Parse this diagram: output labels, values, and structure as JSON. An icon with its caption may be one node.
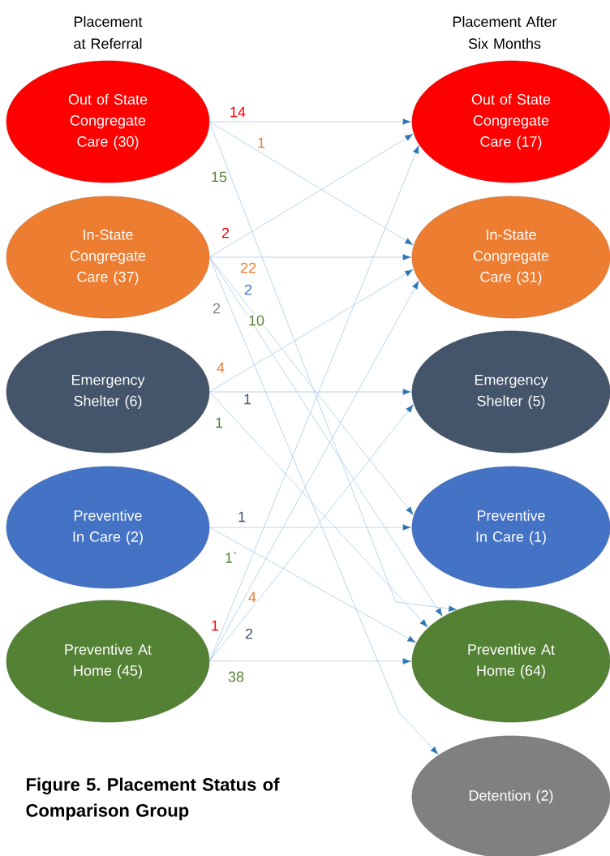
{
  "diagram": {
    "caption": "Figure 5. Placement Status of Comparison Group",
    "nodes": [
      {
        "text": [
          "Out of State Congregate Care (30)"
        ]
      },
      {
        "text": [
          "In-State Congregate Care (37)"
        ]
      },
      {
        "text": [
          "Emergency Shelter (6)"
        ]
      },
      {
        "text": [
          "Preventive In Care (2)"
        ]
      },
      {
        "text": [
          "Preventive At Home (45)"
        ]
      },
      {
        "text": [
          "Out of State Congregate Care (17)"
        ]
      },
      {
        "text": [
          "In-State Congregate Care (31)"
        ]
      },
      {
        "text": [
          "Emergency Shelter (5)"
        ]
      },
      {
        "text": [
          "Preventive In Care (1)"
        ]
      },
      {
        "text": [
          "Preventive At Home (64)"
        ]
      },
      {
        "text": [
          "Detention (2)"
        ]
      }
    ],
    "edges": [
      {
        "from": 0,
        "to": 5,
        "arrow": "to",
        "label": "14"
      },
      {
        "from": 0,
        "to": 6,
        "arrow": "to",
        "label": "1"
      },
      {
        "from": 0,
        "to": 9,
        "arrow": "to",
        "label": "15"
      },
      {
        "from": 1,
        "to": 5,
        "arrow": "to",
        "label": "2"
      },
      {
        "from": 1,
        "to": 6,
        "arrow": "to",
        "label": "22"
      },
      {
        "from": 1,
        "to": 8,
        "arrow": "to",
        "label": "2"
      },
      {
        "from": 1,
        "to": 10,
        "arrow": "to",
        "label": "2"
      },
      {
        "from": 1,
        "to": 9,
        "arrow": "to",
        "label": "10"
      },
      {
        "from": 2,
        "to": 6,
        "arrow": "to",
        "label": "4"
      },
      {
        "from": 2,
        "to": 7,
        "arrow": "to",
        "label": "1"
      },
      {
        "from": 2,
        "to": 9,
        "arrow": "to",
        "label": "1"
      },
      {
        "from": 3,
        "to": 8,
        "arrow": "to",
        "label": "1"
      },
      {
        "from": 3,
        "to": 9,
        "arrow": "to",
        "label": "1`"
      },
      {
        "from": 4,
        "to": 5,
        "arrow": "to",
        "label": "1"
      },
      {
        "from": 4,
        "to": 6,
        "arrow": "to",
        "label": "4"
      },
      {
        "from": 4,
        "to": 7,
        "arrow": "to",
        "label": "2"
      },
      {
        "from": 4,
        "to": 9,
        "arrow": "to",
        "label": "38"
      }
    ],
    "labels": [
      "Placement at Referral",
      "Placement After Six Months"
    ]
  }
}
